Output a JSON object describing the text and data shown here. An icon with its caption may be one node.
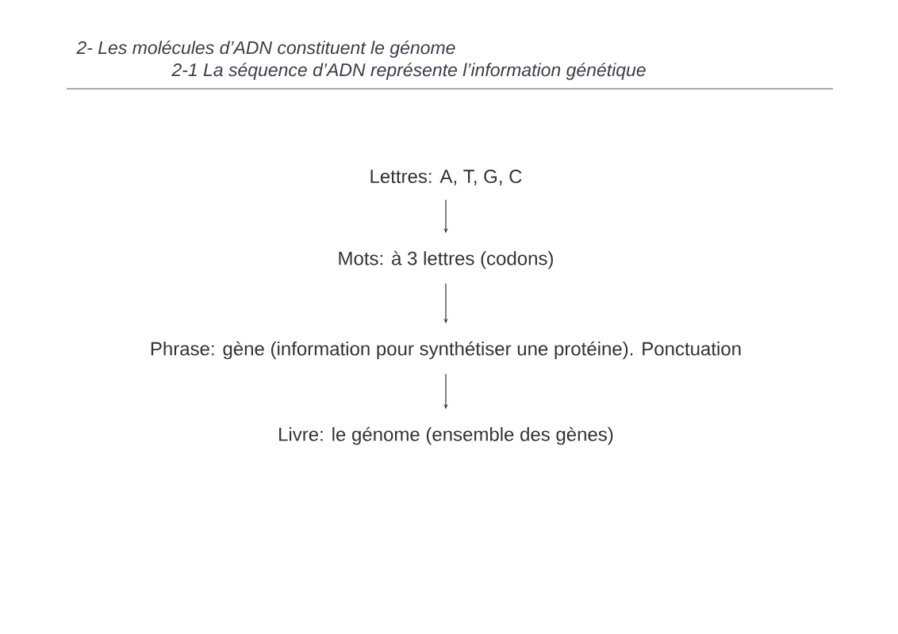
{
  "diagram": {
    "title": "2- Les molécules d’ADN constituent le génome",
    "labels": [
      "2-1 La séquence d’ADN représente l’information génétique"
    ],
    "nodes": [
      {
        "text": [
          "Lettres: A, T, G, C"
        ]
      },
      {
        "text": [
          "Mots: à 3 lettres (codons)"
        ]
      },
      {
        "text": [
          "Phrase: gène (information pour synthétiser une protéine). Ponctuation"
        ]
      },
      {
        "text": [
          "Livre: le génome (ensemble des gènes)"
        ]
      }
    ],
    "edges": [
      {
        "from": 0,
        "to": 1,
        "arrow": "to"
      },
      {
        "from": 1,
        "to": 2,
        "arrow": "to"
      },
      {
        "from": 2,
        "to": 3,
        "arrow": "to"
      }
    ]
  }
}
